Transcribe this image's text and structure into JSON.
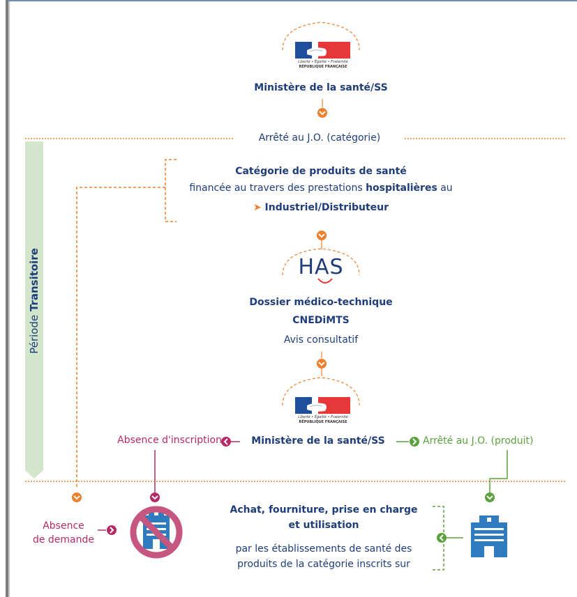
{
  "republic_logo": {
    "motto": "Liberté • Égalité • Fraternité",
    "name": "RÉPUBLIQUE FRANÇAISE"
  },
  "top_ministry": "Ministère de la santé/SS",
  "arrete_categorie": "Arrêté au J.O. (catégorie)",
  "categorie": {
    "line1": "Catégorie de produits de santé",
    "line2_prefix": "financée au travers des prestations ",
    "line2_bold": "hospitalières",
    "line2_suffix": " au",
    "line3": "Industriel/Distributeur"
  },
  "has": {
    "logo_text": "HAS",
    "line1": "Dossier médico-technique",
    "line2": "CNEDiMTS",
    "line3": "Avis consultatif"
  },
  "periode": {
    "prefix": "Période ",
    "bold": "Transitoire"
  },
  "bottom_ministry": "Ministère de la santé/SS",
  "absence_inscription": "Absence d'inscription",
  "arrete_produit": "Arrêté au J.O. (produit)",
  "absence_demande": {
    "line1": "Absence",
    "line2": "de demande"
  },
  "achat": {
    "line1": "Achat, fourniture, prise en charge",
    "line2": "et utilisation",
    "line3": "par les établissements de santé des",
    "line4": "produits de la catégorie inscrits sur"
  },
  "colors": {
    "navy": "#1f3d7a",
    "orange": "#ee7f2d",
    "green": "#5aa13d",
    "magenta": "#b52a66",
    "light_green": "#d3e6cb",
    "blue": "#2f7bc0"
  }
}
